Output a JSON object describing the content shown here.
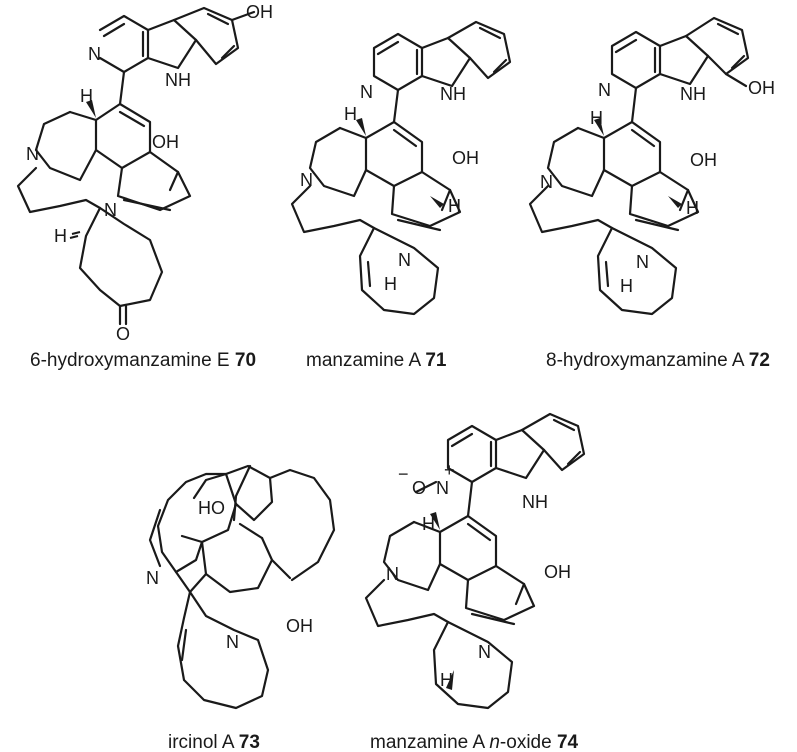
{
  "compounds": [
    {
      "name": "6-hydroxymanzamine E",
      "number": "70"
    },
    {
      "name": "manzamine A",
      "number": "71"
    },
    {
      "name": "8-hydroxymanzamine A",
      "number": "72"
    },
    {
      "name": "ircinol A",
      "number": "73"
    },
    {
      "name_prefix": "manzamine A ",
      "name_italic": "n",
      "name_suffix": "-oxide",
      "number": "74"
    }
  ],
  "atoms": {
    "oh": "OH",
    "ho": "HO",
    "n": "N",
    "nh": "NH",
    "h": "H",
    "o": "O",
    "o_minus": "O",
    "n_plus": "N",
    "minus": "−",
    "plus": "+"
  }
}
